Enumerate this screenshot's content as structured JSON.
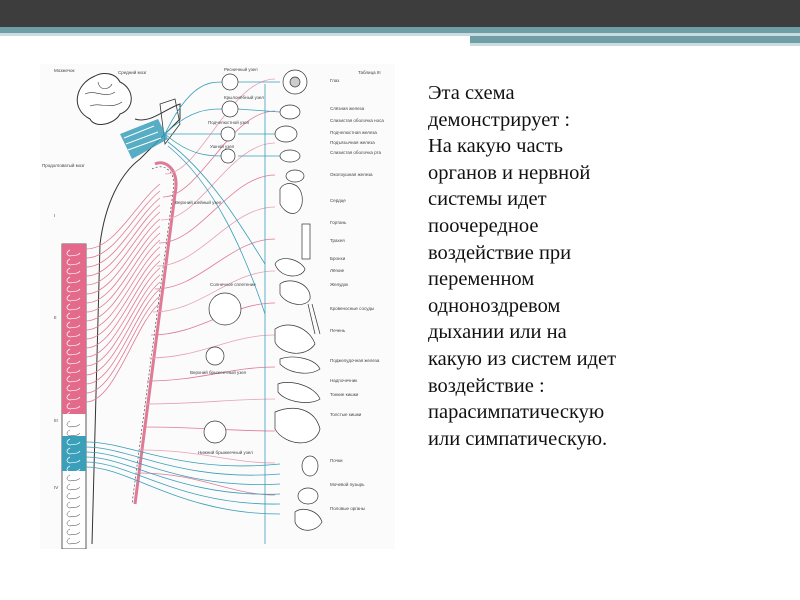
{
  "text_lines": [
    "Эта схема",
    "демонстрирует :",
    "На какую часть",
    "органов и нервной",
    "системы идет",
    "поочередное",
    "воздействие при",
    "переменном",
    "однонoздревом",
    "дыхании или на",
    "какую из систем идет",
    "воздействие :",
    "парасимпатическую",
    "или симпатическую."
  ],
  "diagram": {
    "table_label": "Таблица III",
    "spinal_region_labels": [
      "I",
      "II",
      "III",
      "IV"
    ],
    "left_labels": [
      "Мозжечок",
      "Средний мозг",
      "Продолговатый мозг"
    ],
    "ganglia_labels": [
      "Ресничный узел",
      "Крылонёбный узел",
      "Подчелюстной узел",
      "Ушной узел",
      "Верхний шейный узел",
      "Солнечное сплетение",
      "Верхний брыжеечный узел",
      "Нижний брыжеечный узел"
    ],
    "organ_labels": [
      "Глаз",
      "Слёзная железа",
      "Слизистая оболочка носа",
      "Подчелюстная железа",
      "Подъязычная железа",
      "Слизистая оболочка рта",
      "Околоушная железа",
      "Сердце",
      "Гортань",
      "Трахея",
      "Бронхи",
      "Лёгкие",
      "Желудок",
      "Кровеносные сосуды",
      "Печень",
      "Поджелудочная железа",
      "Надпочечник",
      "Тонкие кишки",
      "Толстые кишки",
      "Почки",
      "Мочевой пузырь",
      "Половые органы"
    ],
    "colors": {
      "parasympathetic": "#3a9fb8",
      "sympathetic": "#e07a96",
      "outline": "#333333"
    }
  }
}
